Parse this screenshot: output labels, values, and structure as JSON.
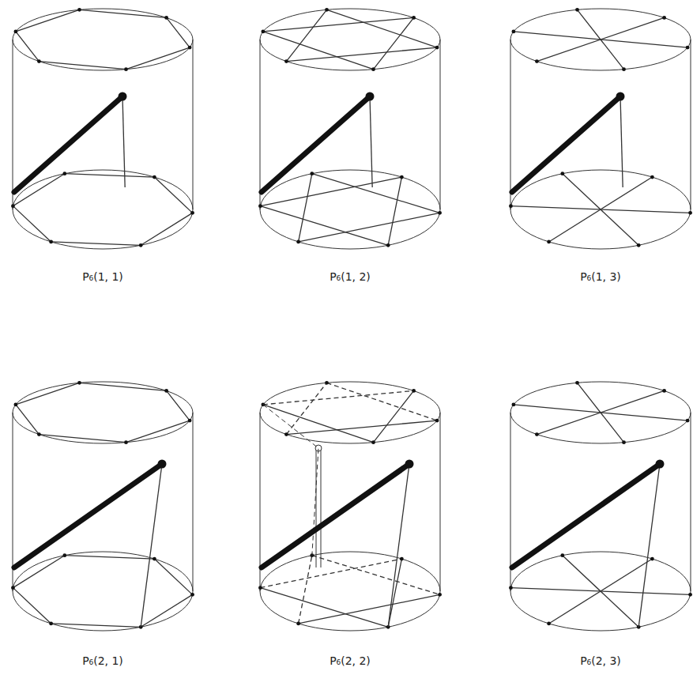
{
  "diagram": {
    "labels": [
      "P₆(1, 1)",
      "P₆(1, 2)",
      "P₆(1, 3)",
      "P₆(2, 1)",
      "P₆(2, 2)",
      "P₆(2, 3)"
    ]
  }
}
